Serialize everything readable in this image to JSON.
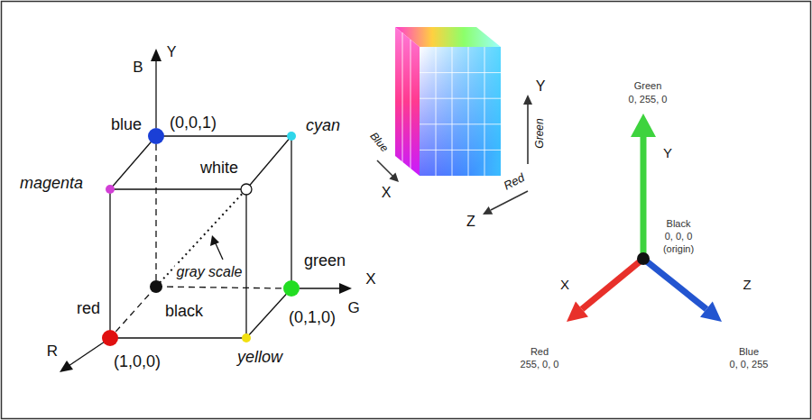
{
  "diagram": {
    "labels": [
      "B",
      "Y",
      "blue",
      "(0,0,1)",
      "cyan",
      "magenta",
      "white",
      "gray scale",
      "green",
      "X",
      "red",
      "black",
      "(0,1,0)",
      "G",
      "R",
      "(1,0,0)",
      "yellow",
      "Y",
      "Blue",
      "X",
      "Green",
      "Red",
      "Z",
      "Green",
      "0, 255, 0",
      "Y",
      "Black",
      "0, 0, 0",
      "(origin)",
      "X",
      "Z",
      "Red",
      "255, 0, 0",
      "Blue",
      "0, 0, 255"
    ]
  }
}
